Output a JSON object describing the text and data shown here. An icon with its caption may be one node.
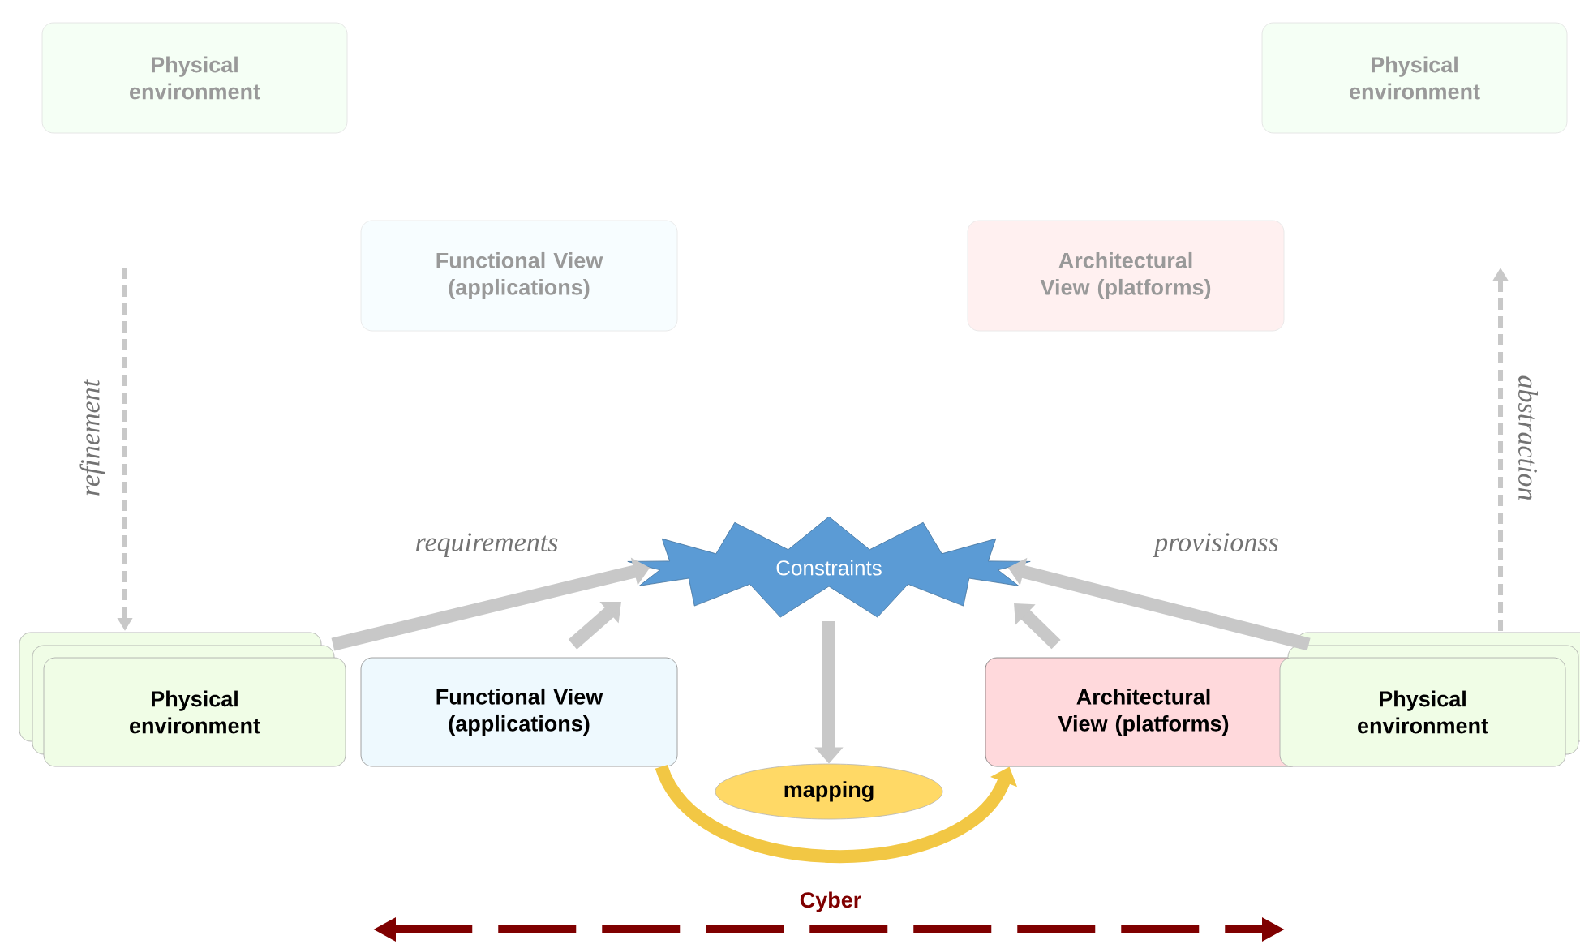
{
  "diagram": {
    "nodes": [
      {
        "text": [
          "Physical environment"
        ]
      },
      {
        "text": [
          "Physical environment"
        ]
      },
      {
        "text": [
          "Functional View (applications)"
        ]
      },
      {
        "text": [
          "Architectural View (platforms)"
        ]
      },
      {
        "text": [
          "Physical environment"
        ]
      },
      {
        "text": [
          "Functional View (applications)"
        ]
      },
      {
        "text": [
          "Constraints"
        ]
      },
      {
        "text": [
          "Architectural View (platforms)"
        ]
      },
      {
        "text": [
          "Physical environment"
        ]
      },
      {
        "text": [
          "mapping"
        ]
      }
    ],
    "edges": [
      {
        "from": 4,
        "to": 6,
        "arrow": "to",
        "label": "requirements"
      },
      {
        "from": 5,
        "to": 6,
        "arrow": "to"
      },
      {
        "from": 7,
        "to": 6,
        "arrow": "to"
      },
      {
        "from": 8,
        "to": 6,
        "arrow": "to",
        "label": "provisionss"
      },
      {
        "from": 6,
        "to": 9,
        "arrow": "to"
      },
      {
        "from": 5,
        "to": 7,
        "arrow": "to",
        "color": "#f2c744"
      },
      {
        "from": null,
        "to": 4,
        "arrow": "to",
        "label": "refinement",
        "style": "dashed",
        "color": "#c8c8c8"
      },
      {
        "from": 8,
        "to": null,
        "arrow": "to",
        "label": "abstraction",
        "style": "dashed",
        "color": "#c8c8c8"
      }
    ],
    "labels": [
      "Cyber"
    ]
  }
}
